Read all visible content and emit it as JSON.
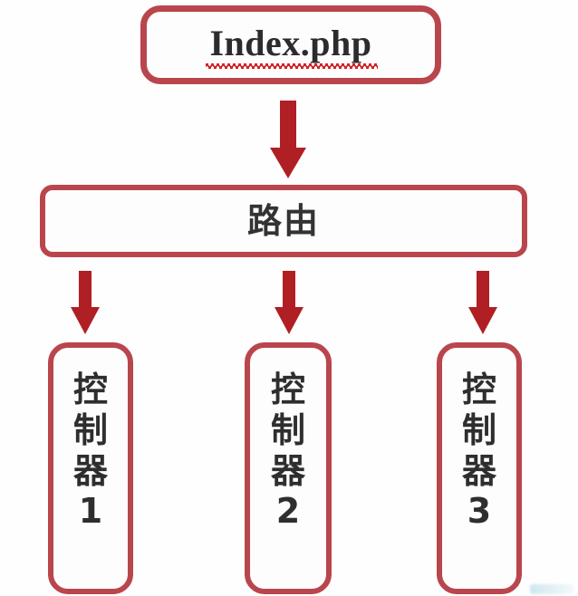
{
  "diagram": {
    "title": "PHP MVC Routing Flow Diagram",
    "colors": {
      "box_border": "#b9464d",
      "arrow_fill": "#b01f24",
      "text": "#2e2e2e",
      "spellcheck_underline": "#d2232a",
      "background": "#fefefe"
    },
    "nodes": {
      "entry": {
        "id": "index-php",
        "label": "Index.php",
        "spellcheck_underlined": true
      },
      "router": {
        "id": "router",
        "label": "路由"
      },
      "controllers": [
        {
          "id": "controller-1",
          "label": "控制器1"
        },
        {
          "id": "controller-2",
          "label": "控制器2"
        },
        {
          "id": "controller-3",
          "label": "控制器3"
        }
      ]
    },
    "arrows": [
      {
        "id": "arrow-main",
        "from": "index-php",
        "to": "router",
        "direction": "down"
      },
      {
        "id": "arrow-branch-1",
        "from": "router",
        "to": "controller-1",
        "direction": "down"
      },
      {
        "id": "arrow-branch-2",
        "from": "router",
        "to": "controller-2",
        "direction": "down"
      },
      {
        "id": "arrow-branch-3",
        "from": "router",
        "to": "controller-3",
        "direction": "down"
      }
    ]
  }
}
